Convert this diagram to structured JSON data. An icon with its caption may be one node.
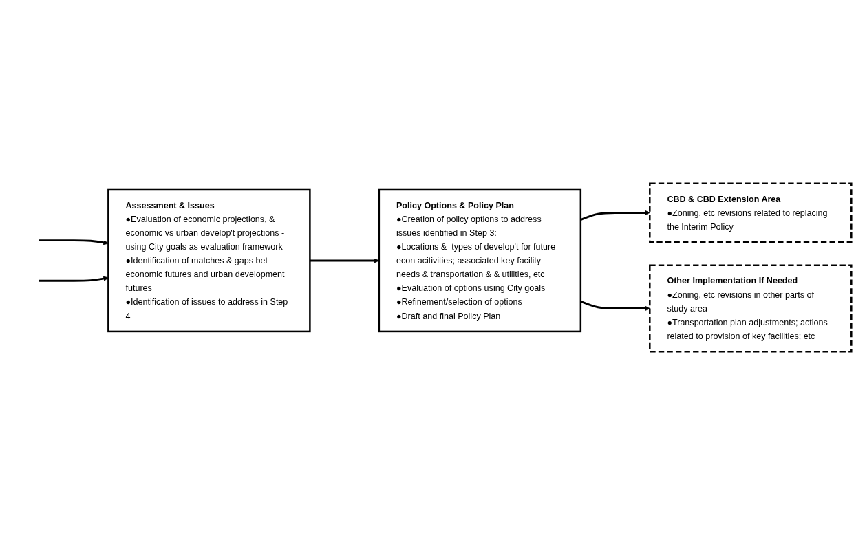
{
  "diagram": {
    "nodes": [
      {
        "text": [
          "Assessment & Issues",
          "●Evaluation of economic projections, & economic vs urban develop't projections - using City goals as evaluation framework",
          "●Identification of matches & gaps bet economic futures and urban development futures",
          "●Identification of issues to address in Step 4"
        ]
      },
      {
        "text": [
          "Policy Options & Policy Plan",
          "●Creation of policy options to address issues identified in Step 3:",
          "●Locations &  types of develop't for future econ acitivities; associated key facility needs & transportation & & utilities, etc",
          "●Evaluation of options using City goals",
          "●Refinement/selection of options",
          "●Draft and final Policy Plan"
        ]
      },
      {
        "text": [
          "CBD & CBD Extension Area",
          "●Zoning, etc revisions related to replacing the Interim Policy"
        ]
      },
      {
        "text": [
          "Other Implementation If Needed",
          "●Zoning, etc revisions in other parts of study area",
          "●Transportation plan adjustments; actions related to provision of key facilities; etc"
        ]
      }
    ],
    "edges": [
      {
        "from": null,
        "to": 0,
        "arrow": "to"
      },
      {
        "from": null,
        "to": 0,
        "arrow": "to"
      },
      {
        "from": 0,
        "to": 1,
        "arrow": "to"
      },
      {
        "from": 1,
        "to": 2,
        "arrow": "to"
      },
      {
        "from": 1,
        "to": 3,
        "arrow": "to"
      }
    ]
  }
}
